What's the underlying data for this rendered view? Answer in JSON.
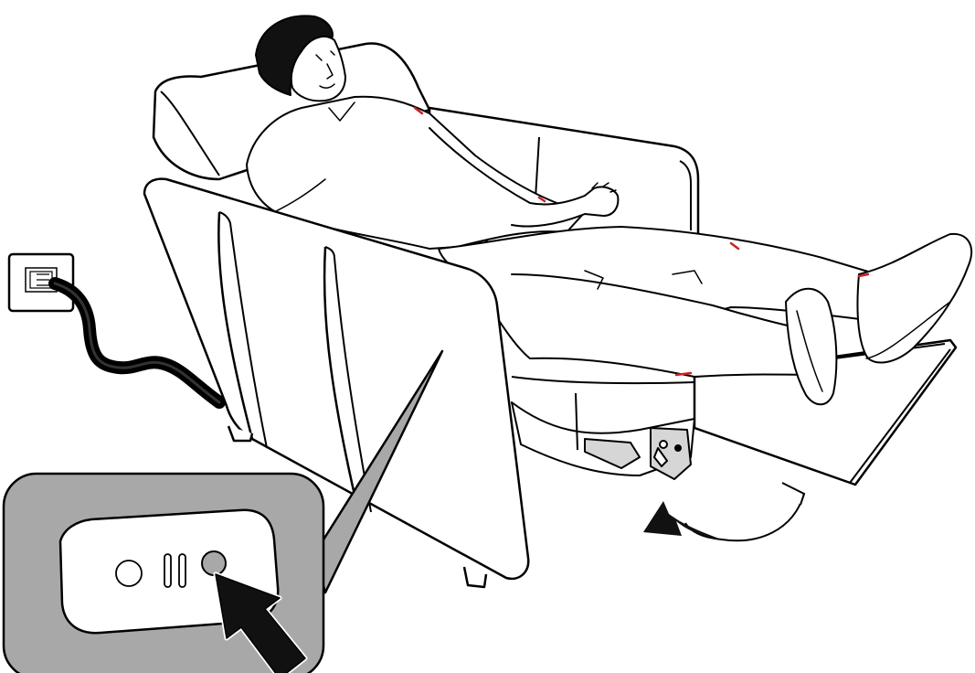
{
  "diagram": {
    "subject": "recliner-chair",
    "callout": {
      "panel_fill": "#a8a8a8",
      "buttons": [
        "circle-button",
        "double-bar-button",
        "round-button-pressed"
      ],
      "pointer": "arrow-icon"
    },
    "colors": {
      "line": "#000000",
      "fill": "#ffffff",
      "callout_bg": "#a8a8a8",
      "mechanism": "#d6d6d6",
      "accent": "#cc2222"
    }
  }
}
